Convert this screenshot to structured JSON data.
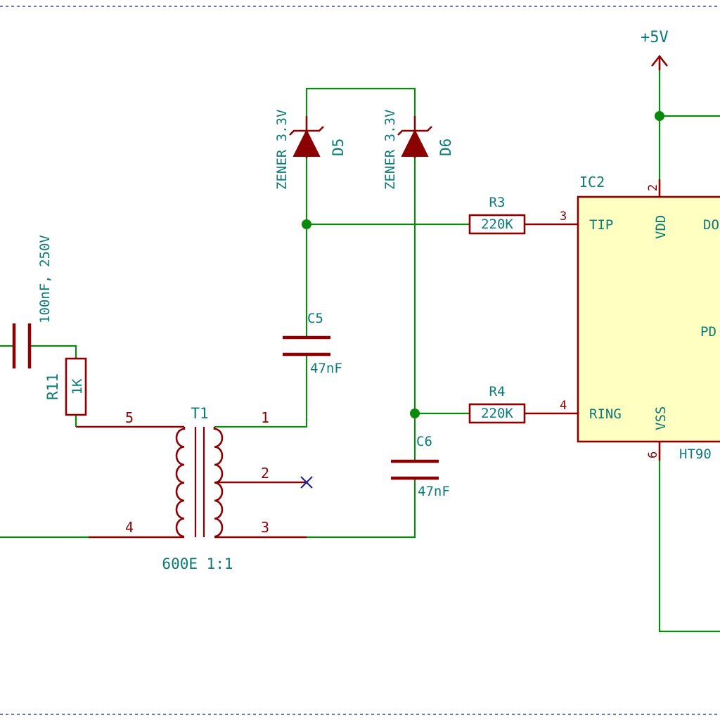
{
  "power": {
    "vcc": "+5V"
  },
  "parts": {
    "D5": {
      "ref": "D5",
      "value": "ZENER 3.3V"
    },
    "D6": {
      "ref": "D6",
      "value": "ZENER 3.3V"
    },
    "R3": {
      "ref": "R3",
      "value": "220K"
    },
    "R4": {
      "ref": "R4",
      "value": "220K"
    },
    "C5": {
      "ref": "C5",
      "value": "47nF"
    },
    "C6": {
      "ref": "C6",
      "value": "47nF"
    },
    "R11": {
      "ref": "R11",
      "value": "1K"
    },
    "Cin": {
      "value": "100nF, 250V"
    },
    "T1": {
      "ref": "T1",
      "value": "600E 1:1",
      "pins": {
        "p1": "1",
        "p2": "2",
        "p3": "3",
        "p4": "4",
        "p5": "5"
      }
    },
    "IC2": {
      "ref": "IC2",
      "value": "HT90",
      "pins": {
        "tip": "TIP",
        "ring": "RING",
        "vdd": "VDD",
        "vss": "VSS",
        "do": "DO",
        "pd": "PD"
      },
      "pin_numbers": {
        "tip": "3",
        "ring": "4",
        "vdd": "2",
        "vss": "6"
      }
    }
  }
}
